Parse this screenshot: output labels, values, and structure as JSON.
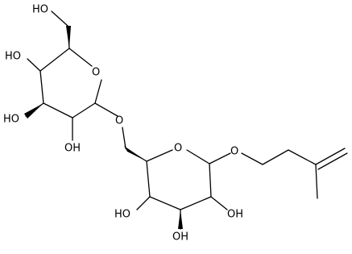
{
  "structure": {
    "colors": {
      "ink": "#000000",
      "background": "#ffffff"
    },
    "labels": {
      "oh_c6": "HO",
      "oh_c4": "HO",
      "oh_c3": "HO",
      "oh_c2": "OH",
      "ring_o_upper": "O",
      "link_o": "O",
      "ring_o_lower": "O",
      "aglycone_o": "O",
      "oh_c4_lower": "HO",
      "oh_c2_lower": "OH",
      "oh_c3_lower": "OH"
    }
  }
}
